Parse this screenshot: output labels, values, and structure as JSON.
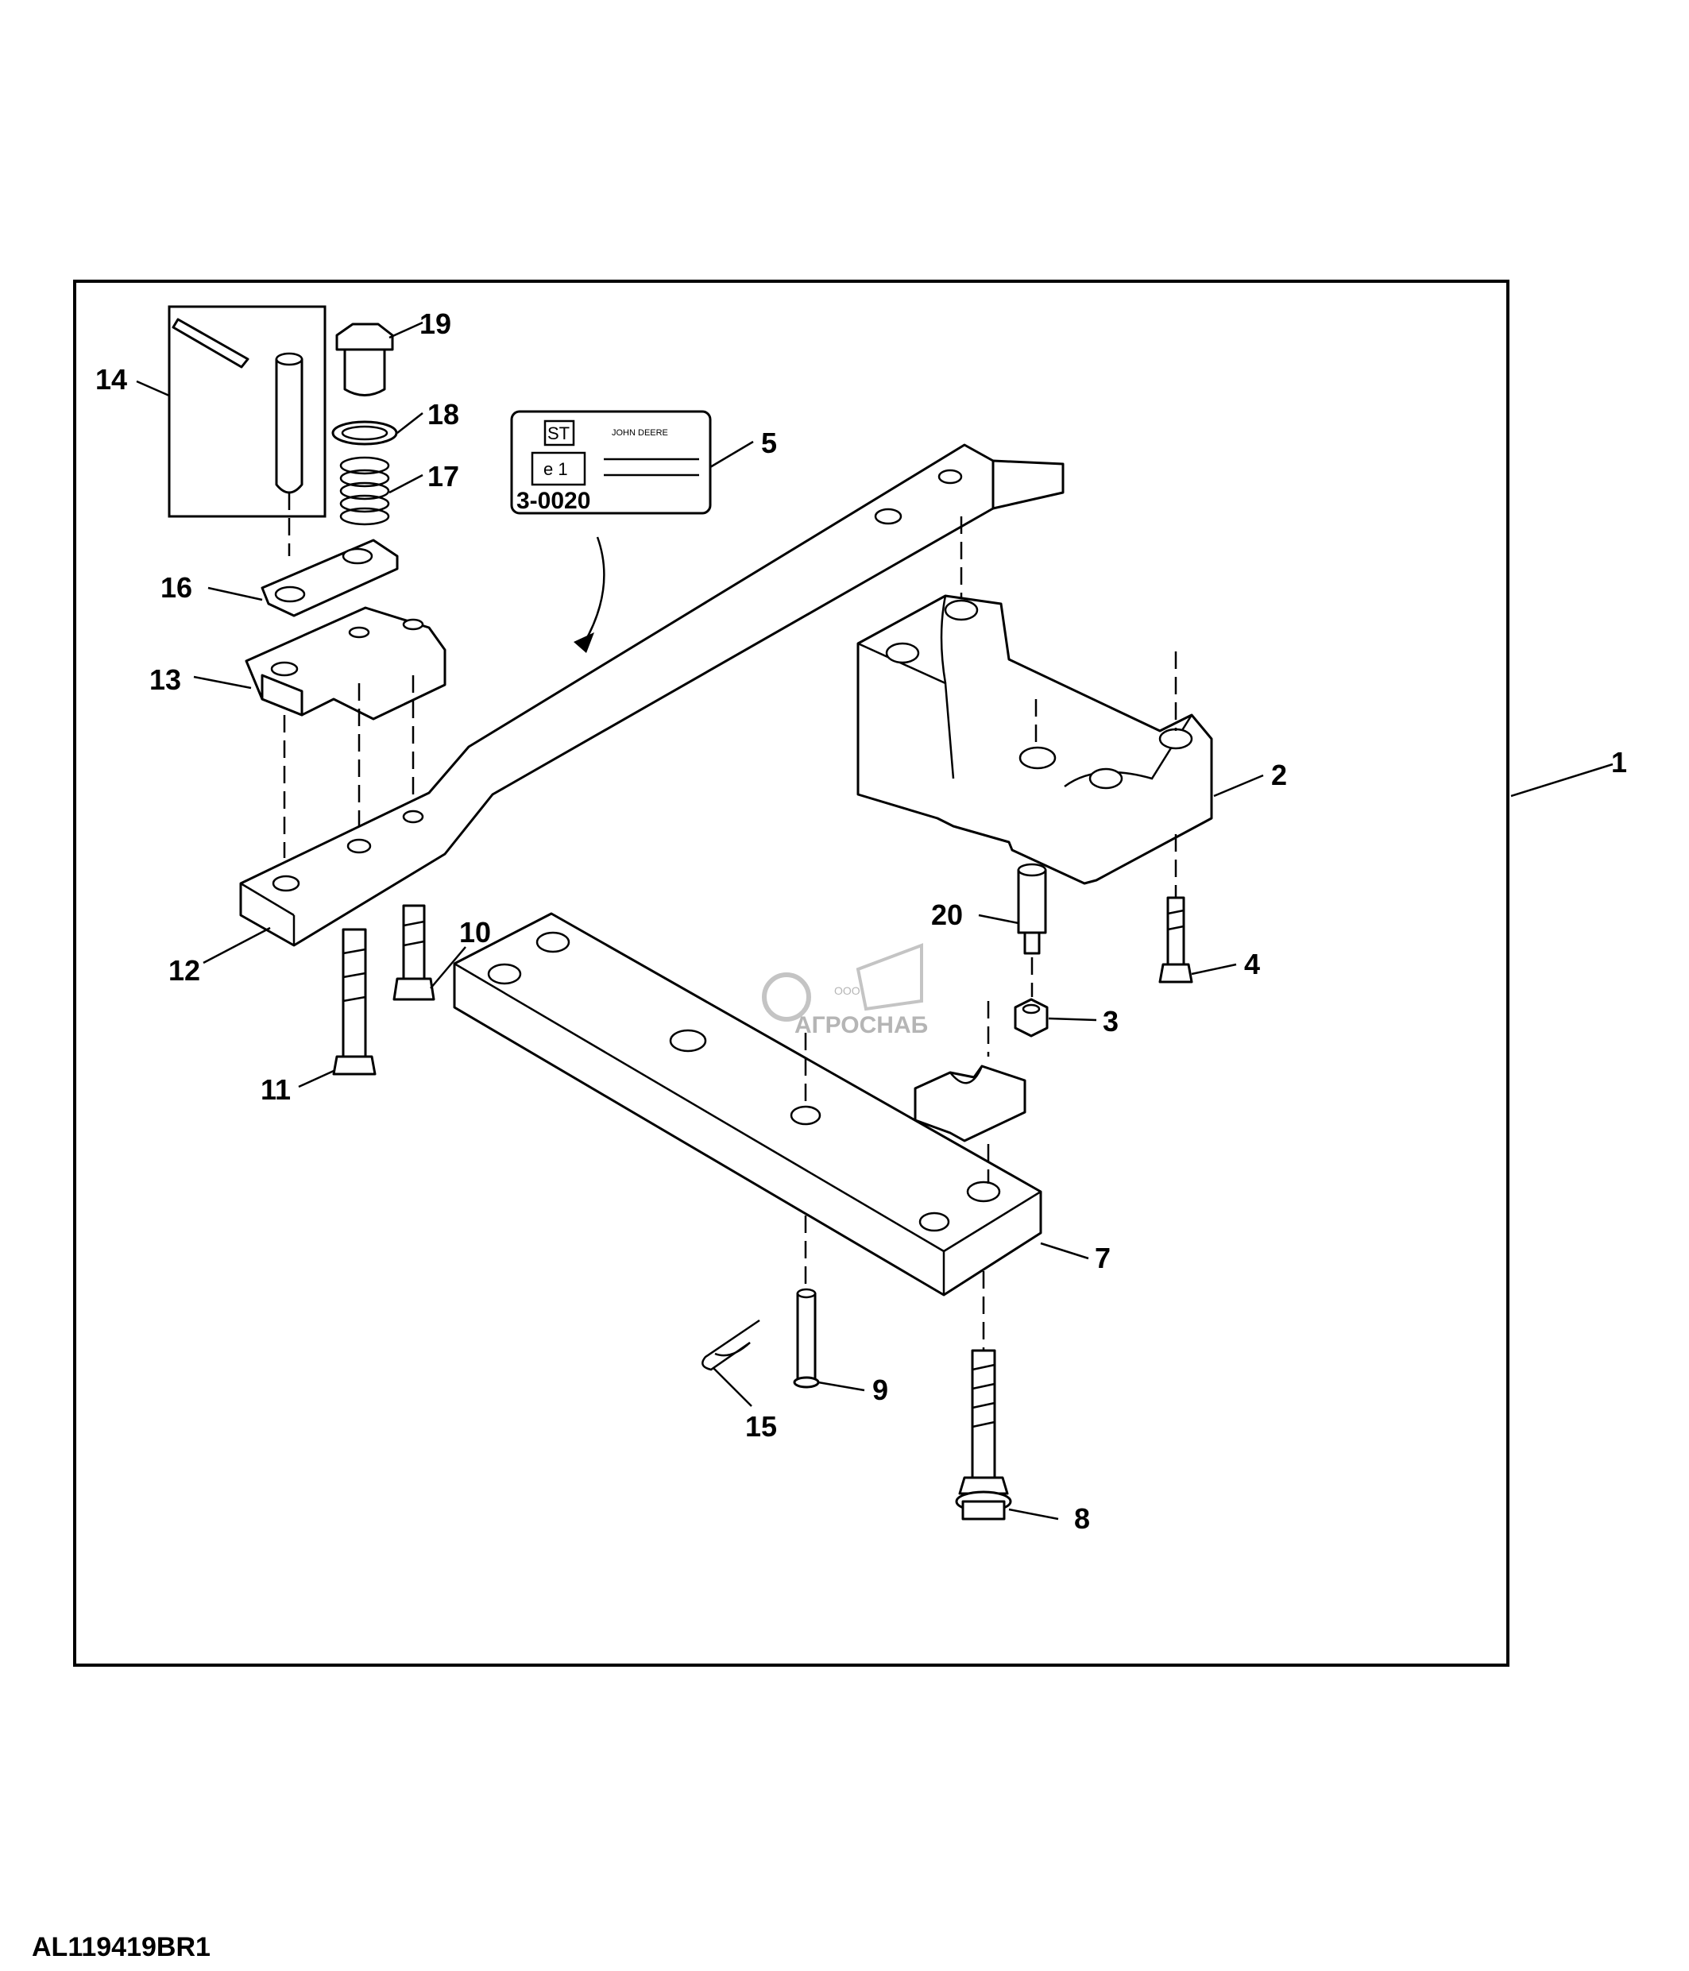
{
  "figure_id": "AL119419BR1",
  "callouts": {
    "c1": "1",
    "c2": "2",
    "c3": "3",
    "c4": "4",
    "c5": "5",
    "c7": "7",
    "c8": "8",
    "c9": "9",
    "c10": "10",
    "c11": "11",
    "c12": "12",
    "c13": "13",
    "c14": "14",
    "c15": "15",
    "c16": "16",
    "c17": "17",
    "c18": "18",
    "c19": "19",
    "c20": "20"
  },
  "decal": {
    "st_mark": "ST",
    "e_mark": "e 1",
    "brand": "JOHN DEERE",
    "code": "3-0020"
  },
  "watermark": {
    "prefix": "ООО",
    "name": "АГРОСНАБ"
  }
}
